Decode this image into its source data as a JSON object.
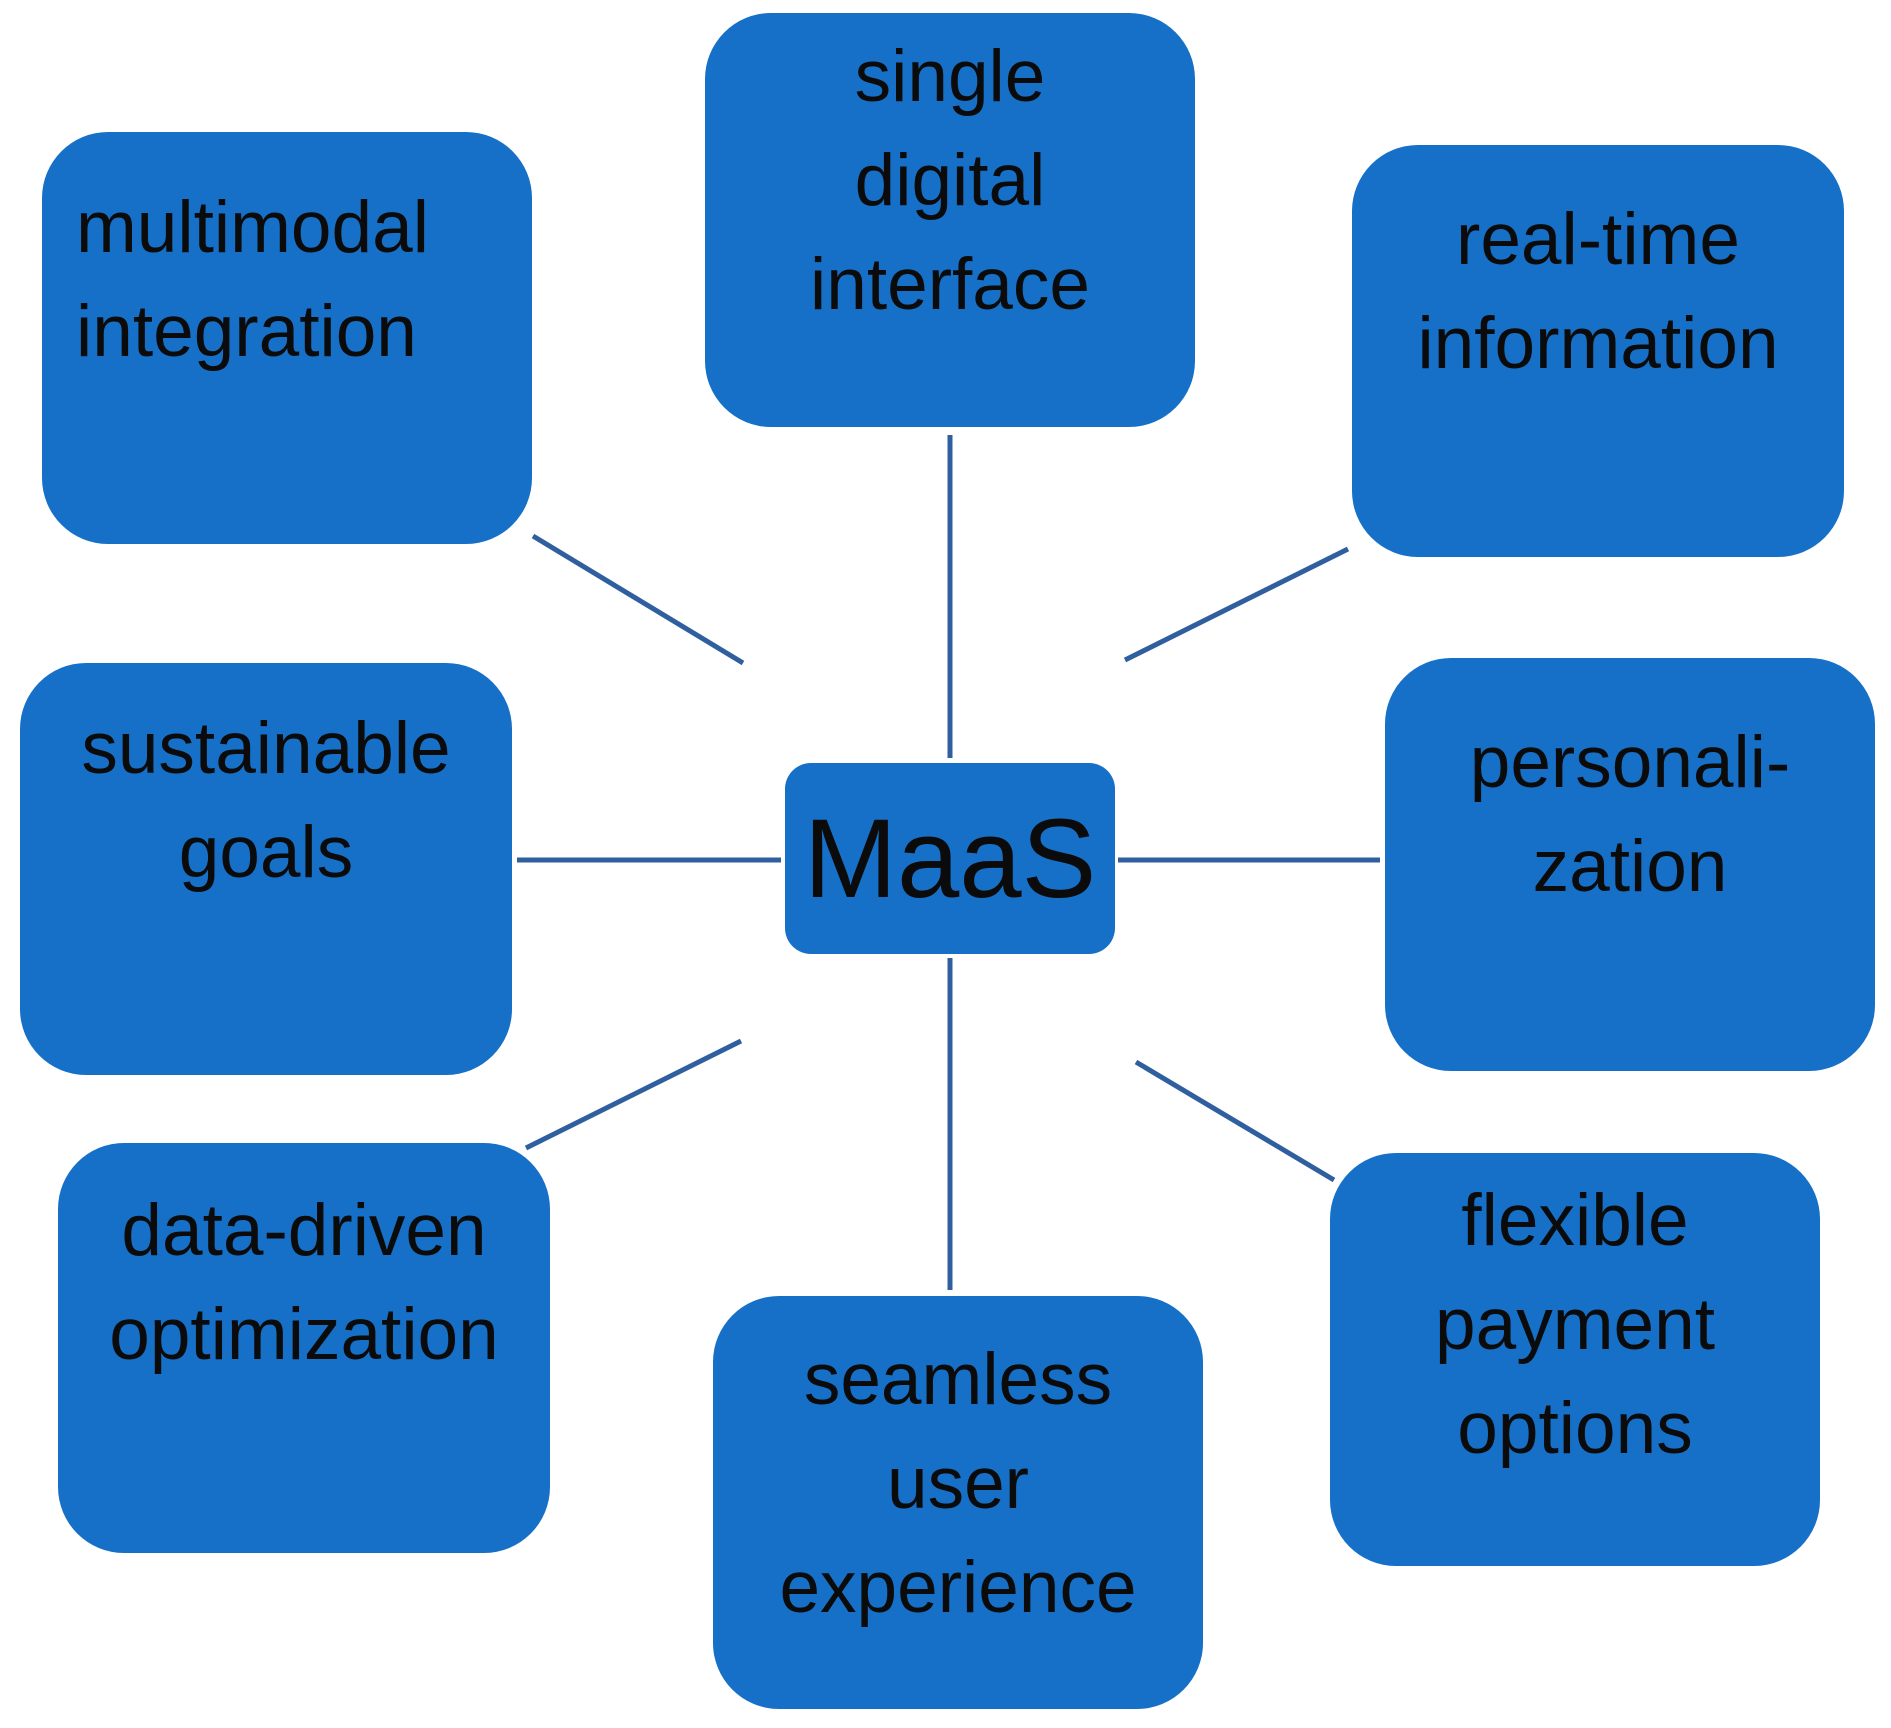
{
  "diagram": {
    "colors": {
      "node_fill": "#1670c8",
      "connector": "#2f5f9e",
      "text": "#0b0b0b",
      "background": "#ffffff"
    },
    "center": {
      "label": "MaaS"
    },
    "nodes": [
      {
        "id": "single-digital-interface",
        "lines": [
          "single",
          "digital",
          "interface"
        ]
      },
      {
        "id": "multimodal-integration",
        "lines": [
          "multimodal",
          "integration"
        ]
      },
      {
        "id": "real-time-information",
        "lines": [
          "real-time",
          "information"
        ]
      },
      {
        "id": "sustainable-goals",
        "lines": [
          "sustainable",
          "goals"
        ]
      },
      {
        "id": "personalization",
        "lines": [
          "personali-",
          "zation"
        ]
      },
      {
        "id": "data-driven-optimization",
        "lines": [
          "data-driven",
          "optimization"
        ]
      },
      {
        "id": "seamless-user-experience",
        "lines": [
          "seamless",
          "user",
          "experience"
        ]
      },
      {
        "id": "flexible-payment-options",
        "lines": [
          "flexible",
          "payment",
          "options"
        ]
      }
    ]
  }
}
